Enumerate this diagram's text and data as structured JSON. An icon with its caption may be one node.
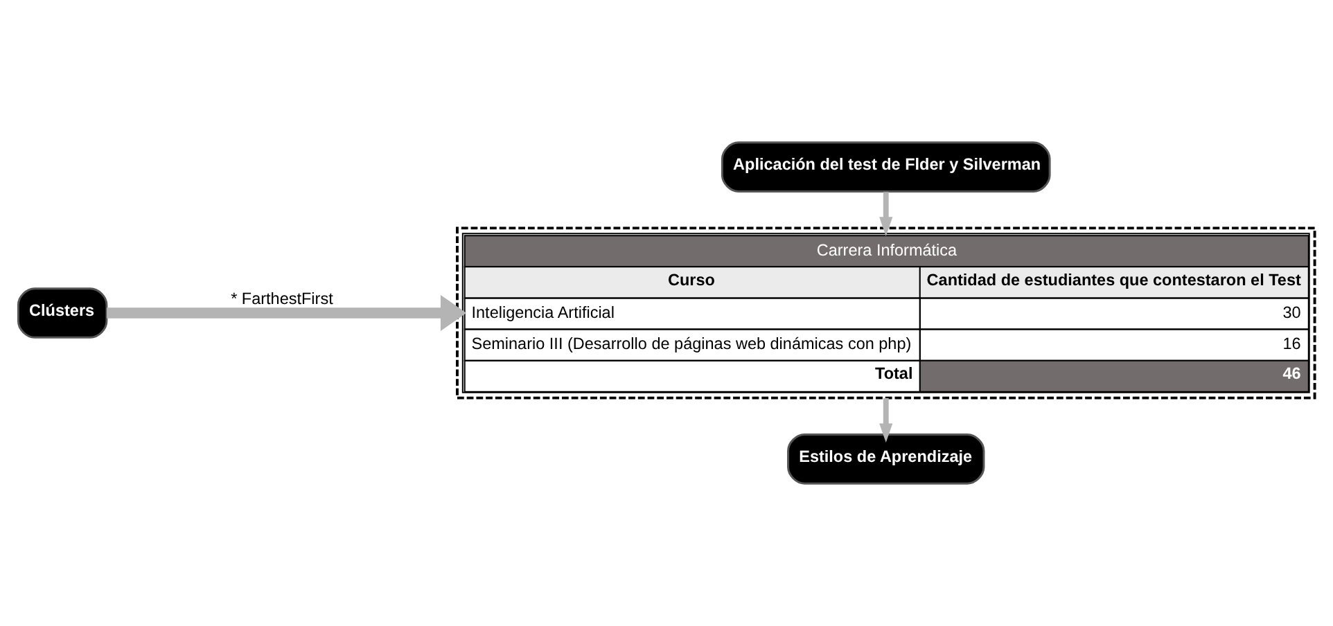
{
  "diagram": {
    "nodes": [
      {
        "text": [
          "Aplicación del test de Flder y Silverman"
        ]
      },
      {
        "text": [
          "Clústers"
        ]
      },
      {
        "text": [
          "Carrera Informática",
          "Curso",
          "Cantidad de estudiantes que contestaron el Test",
          "Inteligencia Artificial",
          "30",
          "Seminario III (Desarrollo de páginas web dinámicas con php)",
          "16",
          "Total",
          "46"
        ]
      },
      {
        "text": [
          "Estilos de Aprendizaje"
        ]
      }
    ],
    "edges": [
      {
        "from": 0,
        "to": 2,
        "arrow": "to"
      },
      {
        "from": 1,
        "to": 2,
        "arrow": "to",
        "label": "* FarthestFirst",
        "style": "thick"
      },
      {
        "from": 2,
        "to": 3,
        "arrow": "to"
      }
    ]
  }
}
